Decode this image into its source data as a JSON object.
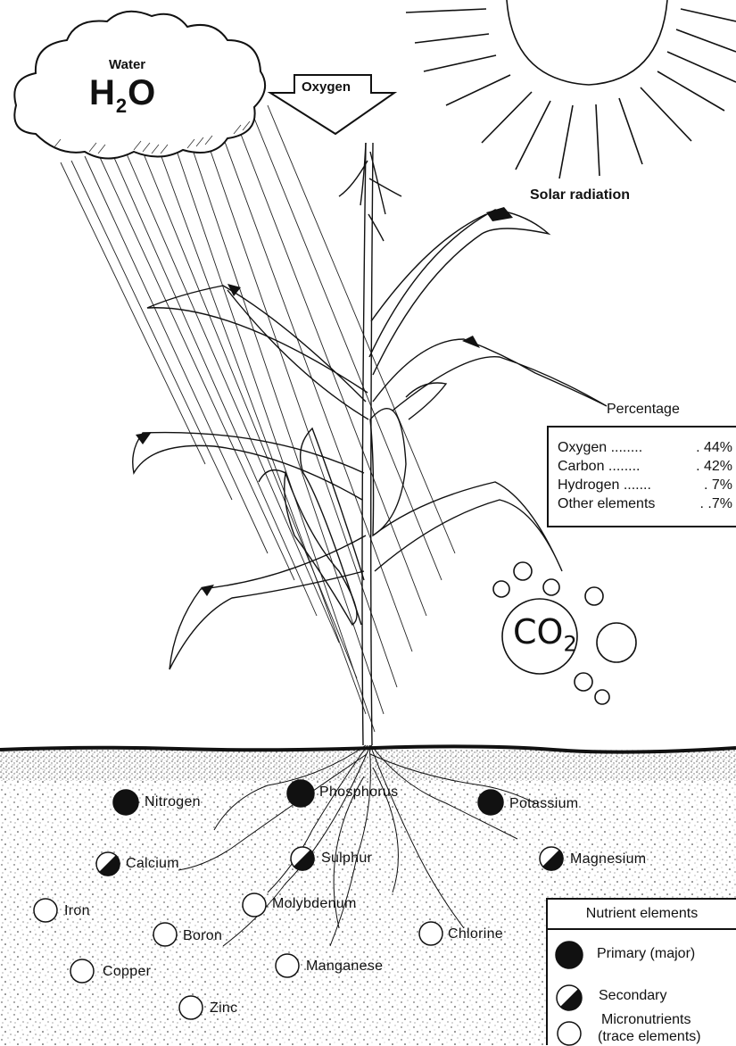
{
  "atmosphere": {
    "water_label": "Water",
    "water_formula_main": "H",
    "water_formula_sub": "2",
    "water_formula_tail": "O",
    "oxygen_arrow_label": "Oxygen",
    "solar_label": "Solar radiation",
    "co2_main": "CO",
    "co2_sub": "2"
  },
  "percentage": {
    "title": "Percentage",
    "rows": [
      {
        "name": "Oxygen ........",
        "value": ". 44%"
      },
      {
        "name": "Carbon ........",
        "value": ". 42%"
      },
      {
        "name": "Hydrogen .......",
        "value": ". 7%"
      },
      {
        "name": "Other elements",
        "value": ". .7%"
      }
    ]
  },
  "nutrients": {
    "primary": [
      "Nitrogen",
      "Phosphorus",
      "Potassium"
    ],
    "secondary": [
      "Calcium",
      "Sulphur",
      "Magnesium"
    ],
    "micro": [
      "Iron",
      "Boron",
      "Molybdenum",
      "Chlorine",
      "Copper",
      "Manganese",
      "Zinc"
    ]
  },
  "legend": {
    "title": "Nutrient elements",
    "primary": "Primary (major)",
    "secondary": "Secondary",
    "micro_line1": "Micronutrients",
    "micro_line2": "(trace elements)"
  }
}
